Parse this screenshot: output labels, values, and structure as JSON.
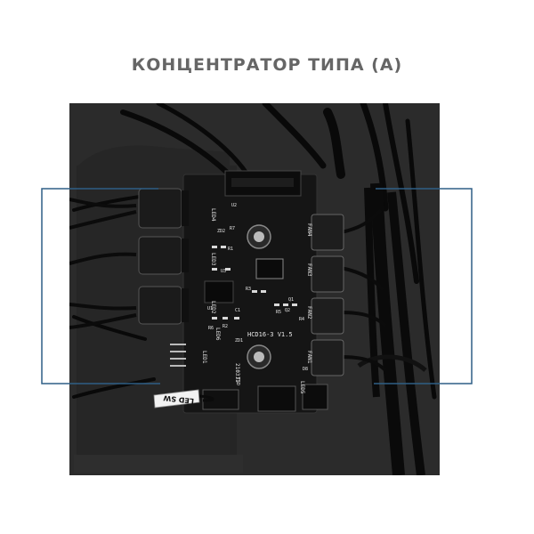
{
  "title": "КОНЦЕНТРАТОР ТИПА (А)",
  "colors": {
    "title": "#666666",
    "bracket": "#2f5f86",
    "pcb": "#141414",
    "background_case": "#2a2a2a"
  },
  "board": {
    "model": "HCD16-3 V1.5",
    "date_code": "210311",
    "led_labels": [
      "LED4",
      "LED3",
      "LED2",
      "LED1",
      "LED5",
      "LED6"
    ],
    "fan_labels": [
      "FAN4",
      "FAN3",
      "FAN2",
      "FAN1"
    ],
    "component_labels": [
      "U2",
      "U3",
      "U1",
      "ZD2",
      "ZD1",
      "R1",
      "R2",
      "R3",
      "R4",
      "R5",
      "R6",
      "R7",
      "C1",
      "Q1",
      "Q2",
      "D8",
      "TSD"
    ],
    "switch_label": "LED SW"
  }
}
